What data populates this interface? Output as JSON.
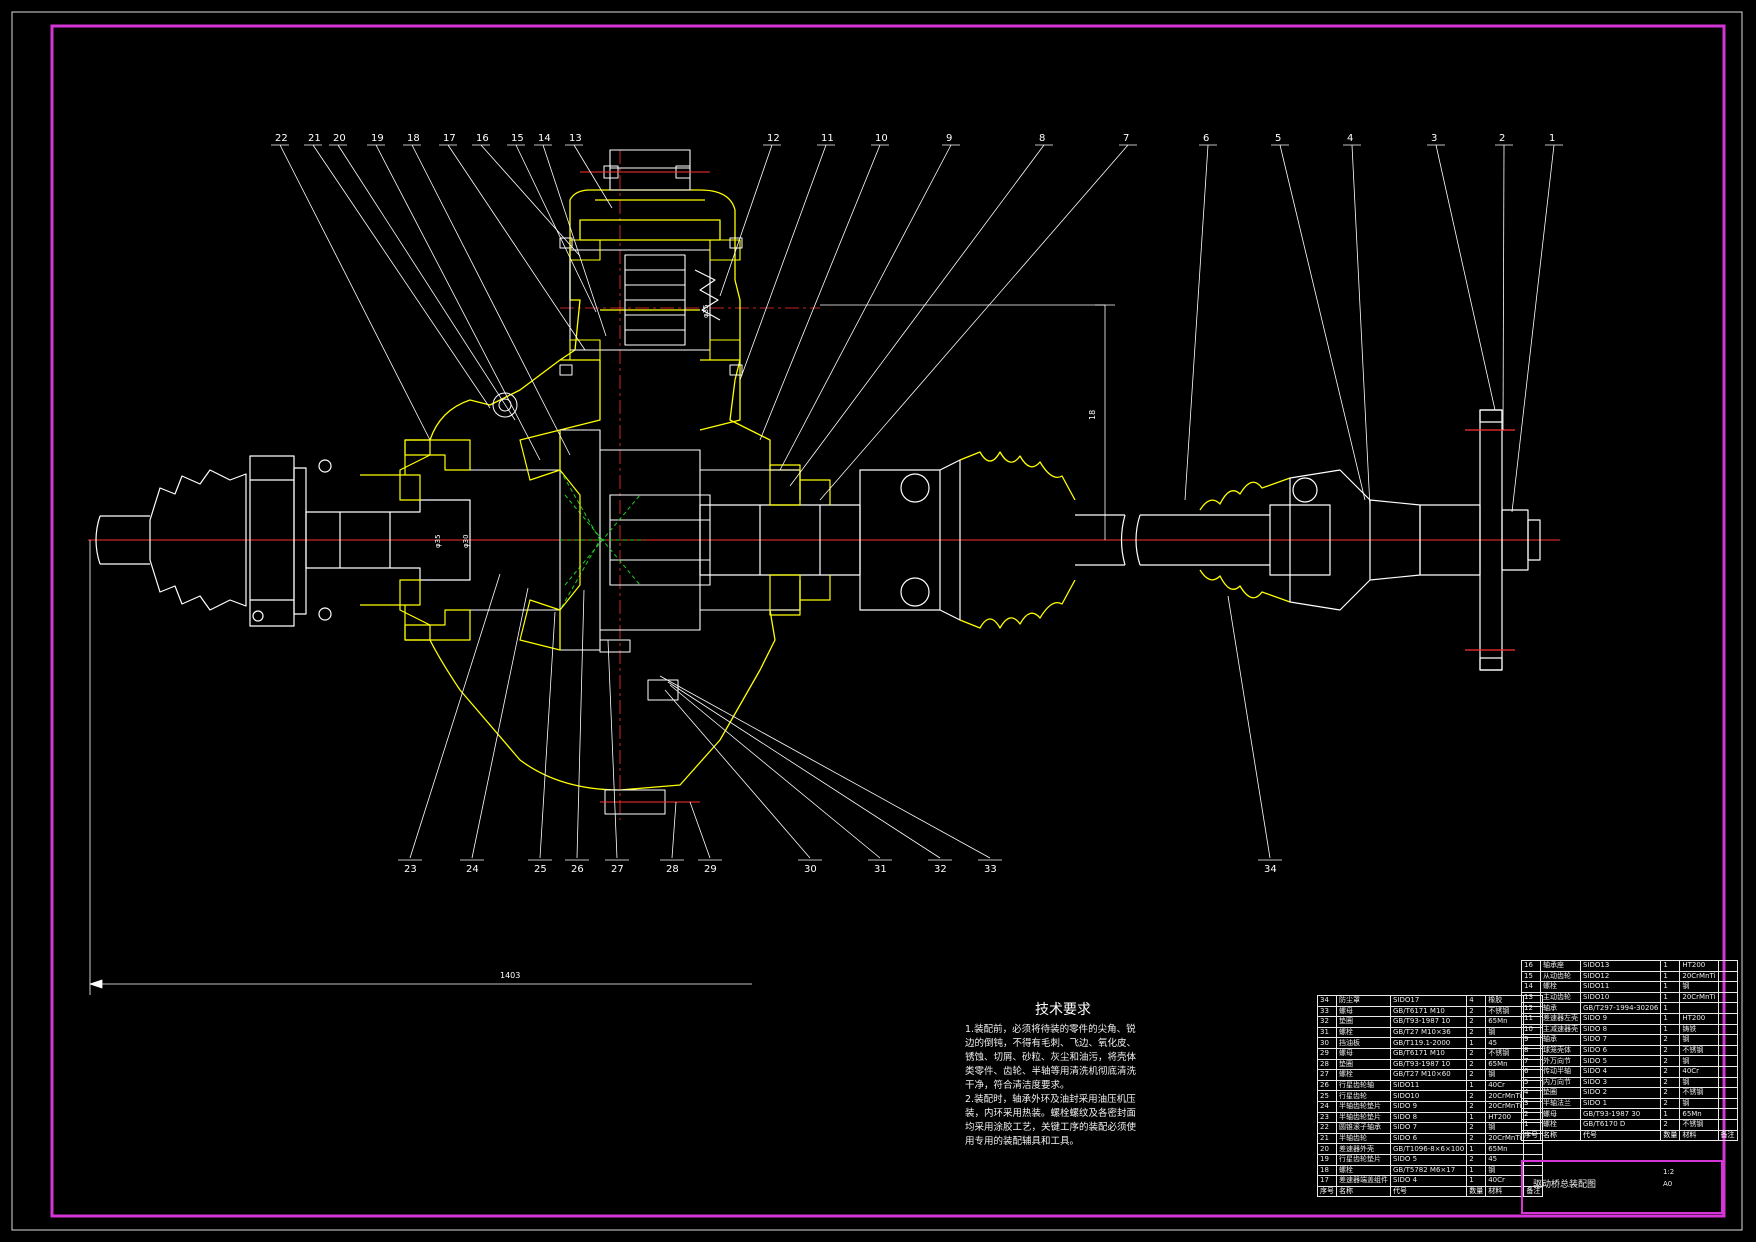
{
  "balloons_top": [
    "22",
    "21",
    "20",
    "19",
    "18",
    "17",
    "16",
    "15",
    "14",
    "13",
    "12",
    "11",
    "10",
    "9",
    "8",
    "7",
    "6",
    "5",
    "4",
    "3",
    "2",
    "1"
  ],
  "balloons_bottom": [
    "23",
    "24",
    "25",
    "26",
    "27",
    "28",
    "29",
    "30",
    "31",
    "32",
    "33",
    "34"
  ],
  "dimensions": {
    "overall_length": "1403",
    "shaft_dia_1": "φ35",
    "shaft_dia_2": "φ30",
    "gear_dia": "φ35",
    "vertical_dim": "18"
  },
  "tech_requirements": {
    "title": "技术要求",
    "lines": [
      "1.装配前，必须将待装的零件的尖角、锐",
      "边的倒钝，不得有毛刺、飞边、氧化皮、",
      "锈蚀、切屑、砂粒、灰尘和油污，将壳体",
      "类零件、齿轮、半轴等用清洗机彻底清洗",
      "干净，符合清洁度要求。",
      "2.装配时，轴承外环及油封采用油压机压",
      "装，内环采用热装。螺栓螺纹及各密封面",
      "均采用涂胶工艺，关键工序的装配必须使",
      "用专用的装配辅具和工具。"
    ]
  },
  "parts_list_left": [
    [
      "34",
      "防尘罩",
      "SIDO17",
      "4",
      "橡胶",
      ""
    ],
    [
      "33",
      "螺母",
      "GB/T6171 M10",
      "2",
      "不锈钢",
      ""
    ],
    [
      "32",
      "垫圈",
      "GB/T93-1987 10",
      "2",
      "65Mn",
      ""
    ],
    [
      "31",
      "螺栓",
      "GB/T27 M10×36",
      "2",
      "钢",
      ""
    ],
    [
      "30",
      "挡油板",
      "GB/T119.1-2000",
      "1",
      "45",
      ""
    ],
    [
      "29",
      "螺母",
      "GB/T6171 M10",
      "2",
      "不锈钢",
      ""
    ],
    [
      "28",
      "垫圈",
      "GB/T93-1987 10",
      "2",
      "65Mn",
      ""
    ],
    [
      "27",
      "螺栓",
      "GB/T27 M10×60",
      "2",
      "钢",
      ""
    ],
    [
      "26",
      "行星齿轮轴",
      "SIDO11",
      "1",
      "40Cr",
      ""
    ],
    [
      "25",
      "行星齿轮",
      "SIDO10",
      "2",
      "20CrMnTi",
      ""
    ],
    [
      "24",
      "半轴齿轮垫片",
      "SIDO 9",
      "2",
      "20CrMnTi",
      ""
    ],
    [
      "23",
      "半轴齿轮垫片",
      "SIDO 8",
      "1",
      "HT200",
      ""
    ],
    [
      "22",
      "圆锥滚子轴承",
      "SIDO 7",
      "2",
      "钢",
      ""
    ],
    [
      "21",
      "半轴齿轮",
      "SIDO 6",
      "2",
      "20CrMnTi",
      ""
    ],
    [
      "20",
      "差速器外壳",
      "GB/T1096-8×6×100",
      "1",
      "65Mn",
      ""
    ],
    [
      "19",
      "行星齿轮垫片",
      "SIDO 5",
      "2",
      "45",
      ""
    ],
    [
      "18",
      "螺栓",
      "GB/T5782 M6×17",
      "1",
      "钢",
      ""
    ],
    [
      "17",
      "差速器端盖组件",
      "SIDO 4",
      "1",
      "40Cr",
      ""
    ],
    [
      "序号",
      "名称",
      "代号",
      "数量",
      "材料",
      "备注"
    ]
  ],
  "parts_list_right": [
    [
      "16",
      "轴承座",
      "SIDO13",
      "1",
      "HT200",
      ""
    ],
    [
      "15",
      "从动齿轮",
      "SIDO12",
      "1",
      "20CrMnTi",
      ""
    ],
    [
      "14",
      "螺栓",
      "SIDO11",
      "1",
      "钢",
      ""
    ],
    [
      "13",
      "主动齿轮",
      "SIDO10",
      "1",
      "20CrMnTi",
      ""
    ],
    [
      "12",
      "轴承",
      "GB/T297-1994-30206",
      "1",
      "",
      ""
    ],
    [
      "11",
      "差速器左壳",
      "SIDO 9",
      "1",
      "HT200",
      ""
    ],
    [
      "10",
      "主减速器壳",
      "SIDO 8",
      "1",
      "铸铁",
      ""
    ],
    [
      "9",
      "轴承",
      "SIDO 7",
      "2",
      "钢",
      ""
    ],
    [
      "8",
      "球笼壳体",
      "SIDO 6",
      "2",
      "不锈钢",
      ""
    ],
    [
      "7",
      "外万向节",
      "SIDO 5",
      "2",
      "钢",
      ""
    ],
    [
      "6",
      "传动半轴",
      "SIDO 4",
      "2",
      "40Cr",
      ""
    ],
    [
      "5",
      "内万向节",
      "SIDO 3",
      "2",
      "钢",
      ""
    ],
    [
      "4",
      "垫圈",
      "SIDO 2",
      "2",
      "不锈钢",
      ""
    ],
    [
      "3",
      "半轴法兰",
      "SIDO 1",
      "2",
      "钢",
      ""
    ],
    [
      "2",
      "螺母",
      "GB/T93-1987 30",
      "1",
      "65Mn",
      ""
    ],
    [
      "1",
      "螺栓",
      "GB/T6170 D",
      "2",
      "不锈钢",
      ""
    ],
    [
      "序号",
      "名称",
      "代号",
      "数量",
      "材料",
      "备注"
    ]
  ],
  "title_block": {
    "drawing_name": "驱动桥总装配图",
    "scale": "1:2",
    "sheet": "A0"
  },
  "colors": {
    "frame": "#d535d5",
    "outline": "#ffff00",
    "center_line": "#ff3030",
    "hatch": "#ffff00",
    "leader": "#ffffff",
    "gear_pitch": "#22cc22"
  }
}
